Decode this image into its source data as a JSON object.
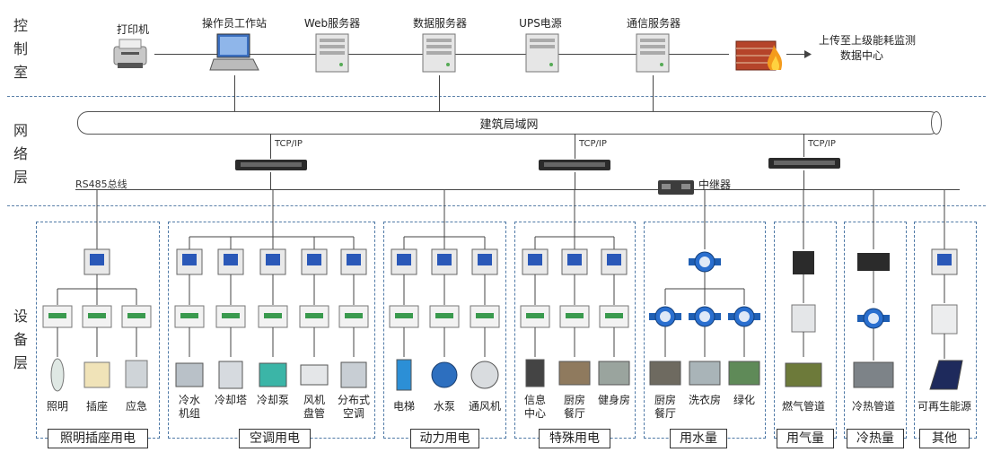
{
  "layers": {
    "control": [
      "控",
      "制",
      "室"
    ],
    "network": [
      "网",
      "络",
      "层"
    ],
    "device": [
      "设",
      "备",
      "层"
    ]
  },
  "control_room": {
    "printer": "打印机",
    "operator_station": "操作员工作站",
    "web_server": "Web服务器",
    "db_server": "数据服务器",
    "ups": "UPS电源",
    "comm_server": "通信服务器",
    "upload_line1": "上传至上级能耗监测",
    "upload_line2": "数据中心"
  },
  "network": {
    "lan": "建筑局域网",
    "tcpip": "TCP/IP",
    "rs485": "RS485总线",
    "repeater": "中继器"
  },
  "groups": {
    "lighting": {
      "title": "照明插座用电",
      "items": [
        "照明",
        "插座",
        "应急"
      ]
    },
    "hvac": {
      "title": "空调用电",
      "items": [
        "冷水\n机组",
        "冷却塔",
        "冷却泵",
        "风机\n盘管",
        "分布式\n空调"
      ]
    },
    "power": {
      "title": "动力用电",
      "items": [
        "电梯",
        "水泵",
        "通风机"
      ]
    },
    "special": {
      "title": "特殊用电",
      "items": [
        "信息\n中心",
        "厨房\n餐厅",
        "健身房"
      ]
    },
    "water": {
      "title": "用水量",
      "items": [
        "厨房\n餐厅",
        "洗衣房",
        "绿化"
      ]
    },
    "gas": {
      "title": "用气量",
      "items": [
        "燃气管道"
      ]
    },
    "heat": {
      "title": "冷热量",
      "items": [
        "冷热管道"
      ]
    },
    "other": {
      "title": "其他",
      "items": [
        "可再生能源"
      ]
    }
  }
}
